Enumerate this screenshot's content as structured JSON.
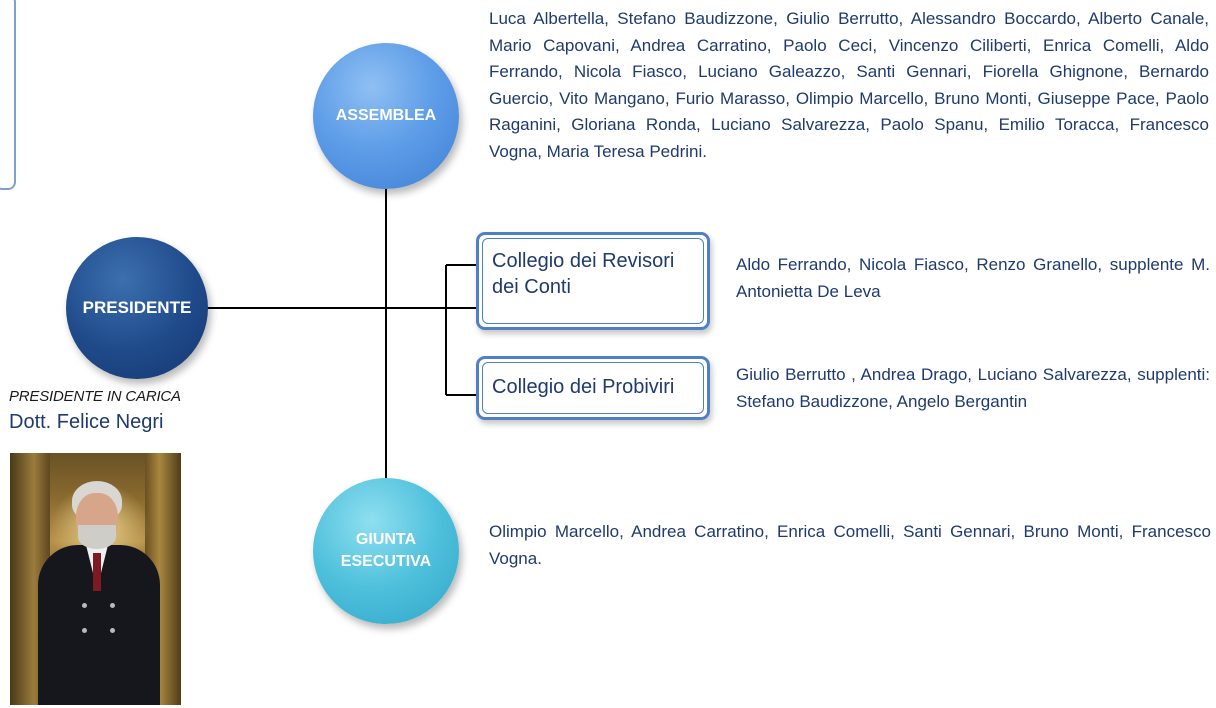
{
  "diagram": {
    "nodes": {
      "assemblea": "ASSEMBLEA",
      "presidente": "PRESIDENTE",
      "giunta_line1": "GIUNTA",
      "giunta_line2": "ESECUTIVA",
      "revisori": "Collegio dei Revisori dei Conti",
      "probiviri": "Collegio dei Probiviri"
    },
    "members": {
      "assemblea": "Luca Albertella, Stefano Baudizzone, Giulio Berrutto, Alessandro Boccardo, Alberto Canale, Mario Capovani, Andrea Carratino, Paolo Ceci, Vincenzo Ciliberti, Enrica Comelli, Aldo Ferrando, Nicola Fiasco, Luciano Galeazzo, Santi Gennari, Fiorella Ghignone, Bernardo Guercio, Vito Mangano, Furio Marasso, Olimpio Marcello, Bruno Monti, Giuseppe Pace, Paolo Raganini, Gloriana Ronda, Luciano Salvarezza, Paolo Spanu, Emilio Toracca, Francesco Vogna, Maria Teresa Pedrini.",
      "revisori": "Aldo Ferrando, Nicola Fiasco, Renzo Granello, supplente M. Antonietta De Leva",
      "probiviri": "Giulio Berrutto , Andrea Drago, Luciano Salvarezza, supplenti: Stefano Baudizzone, Angelo Bergantin",
      "giunta": "Olimpio Marcello, Andrea Carratino, Enrica Comelli, Santi Gennari, Bruno Monti, Francesco Vogna."
    },
    "president": {
      "role": "PRESIDENTE IN CARICA",
      "name": "Dott. Felice Negri"
    },
    "colors": {
      "assemblea": "#5f9ee8",
      "presidente": "#1f4a8a",
      "giunta": "#4ec0dc",
      "box_border": "#4f7fc4",
      "text": "#1f3a6e"
    }
  }
}
